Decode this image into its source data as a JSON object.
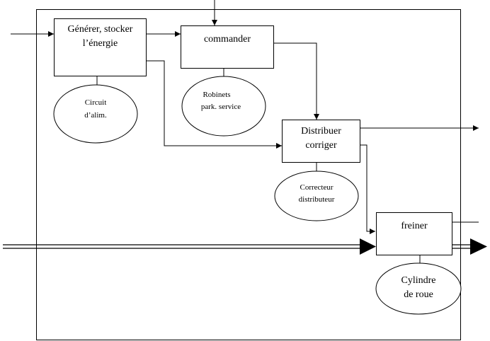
{
  "functions": {
    "generer": {
      "line1": "Générer, stocker",
      "line2": "l’énergie"
    },
    "commander": {
      "line1": "commander"
    },
    "distribuer": {
      "line1": "Distribuer",
      "line2": "corriger"
    },
    "freiner": {
      "line1": "freiner"
    }
  },
  "supports": {
    "circuit": {
      "line1": "Circuit",
      "line2": "d’alim."
    },
    "robinets": {
      "line1": "Robinets",
      "line2": "park. service"
    },
    "correcteur": {
      "line1": "Correcteur",
      "line2": "distributeur"
    },
    "cylindre": {
      "line1": "Cylindre",
      "line2": "de roue"
    }
  }
}
